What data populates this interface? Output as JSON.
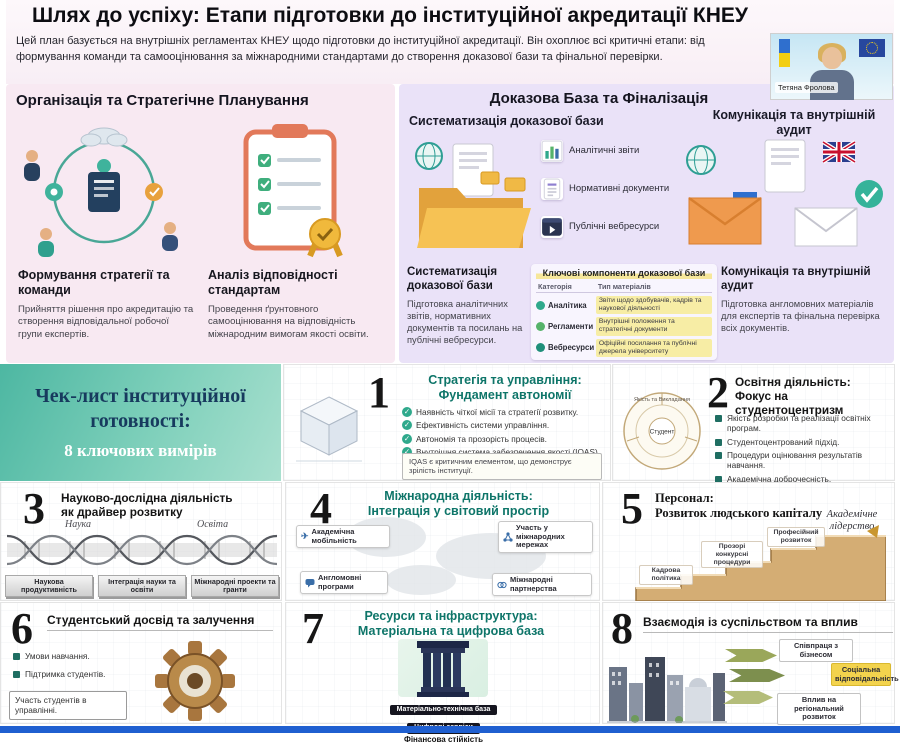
{
  "header": {
    "title": "Шлях до успіху: Етапи підготовки до інституційної акредитації КНЕУ",
    "subtitle": "Цей план базується на внутрішніх регламентах КНЕУ щодо підготовки до інституційної акредитації. Він охоплює всі критичні етапи: від формування команди та самооцінювання за міжнародними стандартами до створення доказової бази та фінальної перевірки."
  },
  "webcam": {
    "name": "Тетяна Фролова"
  },
  "panel_left": {
    "title": "Організація та Стратегічне Планування",
    "col1_title": "Формування стратегії та команди",
    "col1_text": "Прийняття рішення про акредитацію та створення відповідальної робочої групи експертів.",
    "col2_title": "Аналіз відповідності стандартам",
    "col2_text": "Проведення ґрунтовного самооцінювання на відповідність міжнародним вимогам якості освіти."
  },
  "panel_right": {
    "title": "Доказова База та Фіналізація",
    "left_header": "Систематизація доказової бази",
    "right_header": "Комунікація та внутрішній аудит",
    "evidence_items": [
      "Аналітичні звіти",
      "Нормативні документи",
      "Публічні вебресурси"
    ],
    "left_block_title": "Систематизація доказової бази",
    "left_block_text": "Підготовка аналітичних звітів, нормативних документів та посилань на публічні вебресурси.",
    "table": {
      "title": "Ключові компоненти доказової бази",
      "col1": "Категорія",
      "col2": "Тип матеріалів",
      "rows": [
        {
          "name": "Аналітика",
          "desc": "Звіти щодо здобувачів, кадрів та наукової діяльності"
        },
        {
          "name": "Регламенти",
          "desc": "Внутрішні положення та стратегічні документи"
        },
        {
          "name": "Вебресурси",
          "desc": "Офіційні посилання та публічні джерела університету"
        }
      ]
    },
    "right_block_title": "Комунікація та внутрішній аудит",
    "right_block_text": "Підготовка англомовних матеріалів для експертів та фінальна перевірка всіх документів."
  },
  "checklist": {
    "title_line1": "Чек-лист інституційної",
    "title_line2": "готовності:",
    "subtitle": "8 ключових вимірів"
  },
  "s1": {
    "number": "1",
    "title_line1": "Стратегія та управління:",
    "title_line2": "Фундамент автономії",
    "bullets": [
      "Наявність чіткої місії та стратегії розвитку.",
      "Ефективність системи управління.",
      "Автономія та прозорість процесів.",
      "Внутрішня система забезпечення якості (IQAS)."
    ],
    "note": "IQAS є критичним елементом, що демонструє зрілість інституції."
  },
  "s2": {
    "number": "2",
    "title_line1": "Освітня діяльність:",
    "title_line2": "Фокус на студентоцентризм",
    "bullets": [
      "Якість розробки та реалізації освітніх програм.",
      "Студентоцентрований підхід.",
      "Процедури оцінювання результатів навчання.",
      "Академічна доброчесність."
    ],
    "diagram_top": "Якість та Викладання",
    "diagram_center": "Студент"
  },
  "s3": {
    "number": "3",
    "title_line1": "Науково-дослідна діяльність",
    "title_line2": "як драйвер розвитку",
    "label_left": "Наука",
    "label_right": "Освіта",
    "boxes": [
      "Наукова продуктивність",
      "Інтеграція науки та освіти",
      "Міжнародні проекти та гранти"
    ]
  },
  "s4": {
    "number": "4",
    "title_line1": "Міжнародна діяльність:",
    "title_line2": "Інтеграція у світовий простір",
    "boxes": [
      "Академічна мобільність",
      "Участь у міжнародних мережах",
      "Англомовні програми",
      "Міжнародні партнерства"
    ]
  },
  "s5": {
    "number": "5",
    "title_line1": "Персонал:",
    "title_line2": "Розвиток людського капіталу",
    "top_label": "Академічне лідерство",
    "steps": [
      "Кадрова політика",
      "Прозорі конкурсні процедури",
      "Професійний розвиток"
    ]
  },
  "s6": {
    "number": "6",
    "title": "Студентський досвід та залучення",
    "bullets": [
      "Умови навчання.",
      "Підтримка студентів.",
      "Участь студентів в управлінні."
    ]
  },
  "s7": {
    "number": "7",
    "title_line1": "Ресурси та інфраструктура:",
    "title_line2": "Матеріальна та цифрова база",
    "labels": [
      "Матеріально-технічна база",
      "Цифрові сервіси",
      "Фінансова стійкість"
    ]
  },
  "s8": {
    "number": "8",
    "title": "Взаємодія із суспільством та вплив",
    "labels": [
      "Співпраця з бізнесом",
      "Соціальна відповідальність",
      "Вплив на регіональний розвиток"
    ]
  },
  "icons": {
    "check": "✓",
    "plane": "✈"
  },
  "colors": {
    "accent_teal": "#0e7569",
    "panel_pink": "#f8e9f2",
    "panel_purple": "#eae2f8",
    "checklist_teal": "#4db7a2",
    "highlight_yellow": "#f7eda5",
    "taskbar_blue": "#1f5fd0"
  }
}
